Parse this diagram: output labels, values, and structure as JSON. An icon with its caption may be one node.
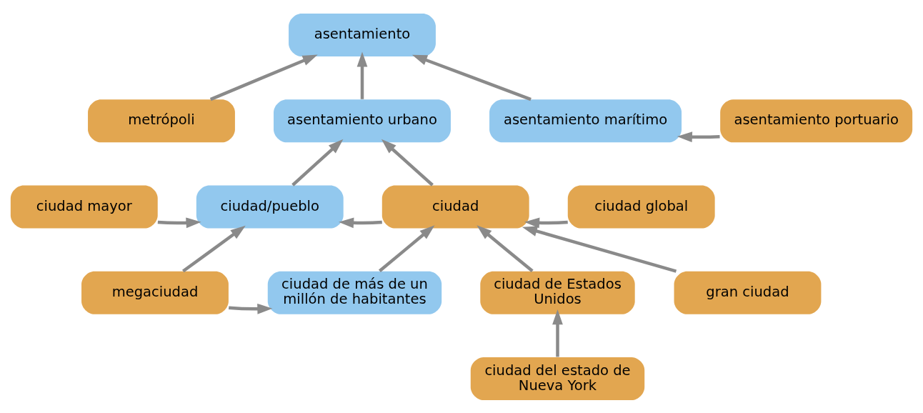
{
  "diagram": {
    "nodes": [
      {
        "text": [
          "asentamiento"
        ]
      },
      {
        "text": [
          "metrópoli"
        ]
      },
      {
        "text": [
          "asentamiento urbano"
        ]
      },
      {
        "text": [
          "asentamiento marítimo"
        ]
      },
      {
        "text": [
          "asentamiento portuario"
        ]
      },
      {
        "text": [
          "ciudad mayor"
        ]
      },
      {
        "text": [
          "ciudad/pueblo"
        ]
      },
      {
        "text": [
          "ciudad"
        ]
      },
      {
        "text": [
          "ciudad global"
        ]
      },
      {
        "text": [
          "megaciudad"
        ]
      },
      {
        "text": [
          "ciudad de más de un millón de habitantes"
        ]
      },
      {
        "text": [
          "ciudad de Estados Unidos"
        ]
      },
      {
        "text": [
          "gran ciudad"
        ]
      },
      {
        "text": [
          "ciudad del estado de Nueva York"
        ]
      }
    ],
    "edges": [
      {
        "from": 1,
        "to": 0,
        "arrow": "to"
      },
      {
        "from": 2,
        "to": 0,
        "arrow": "to"
      },
      {
        "from": 3,
        "to": 0,
        "arrow": "to"
      },
      {
        "from": 4,
        "to": 3,
        "arrow": "to"
      },
      {
        "from": 6,
        "to": 2,
        "arrow": "to"
      },
      {
        "from": 7,
        "to": 2,
        "arrow": "to"
      },
      {
        "from": 5,
        "to": 6,
        "arrow": "to"
      },
      {
        "from": 7,
        "to": 6,
        "arrow": "to"
      },
      {
        "from": 8,
        "to": 7,
        "arrow": "to"
      },
      {
        "from": 9,
        "to": 6,
        "arrow": "to"
      },
      {
        "from": 9,
        "to": 10,
        "arrow": "to"
      },
      {
        "from": 10,
        "to": 7,
        "arrow": "to"
      },
      {
        "from": 11,
        "to": 7,
        "arrow": "to"
      },
      {
        "from": 12,
        "to": 7,
        "arrow": "to"
      },
      {
        "from": 13,
        "to": 11,
        "arrow": "to"
      }
    ]
  }
}
